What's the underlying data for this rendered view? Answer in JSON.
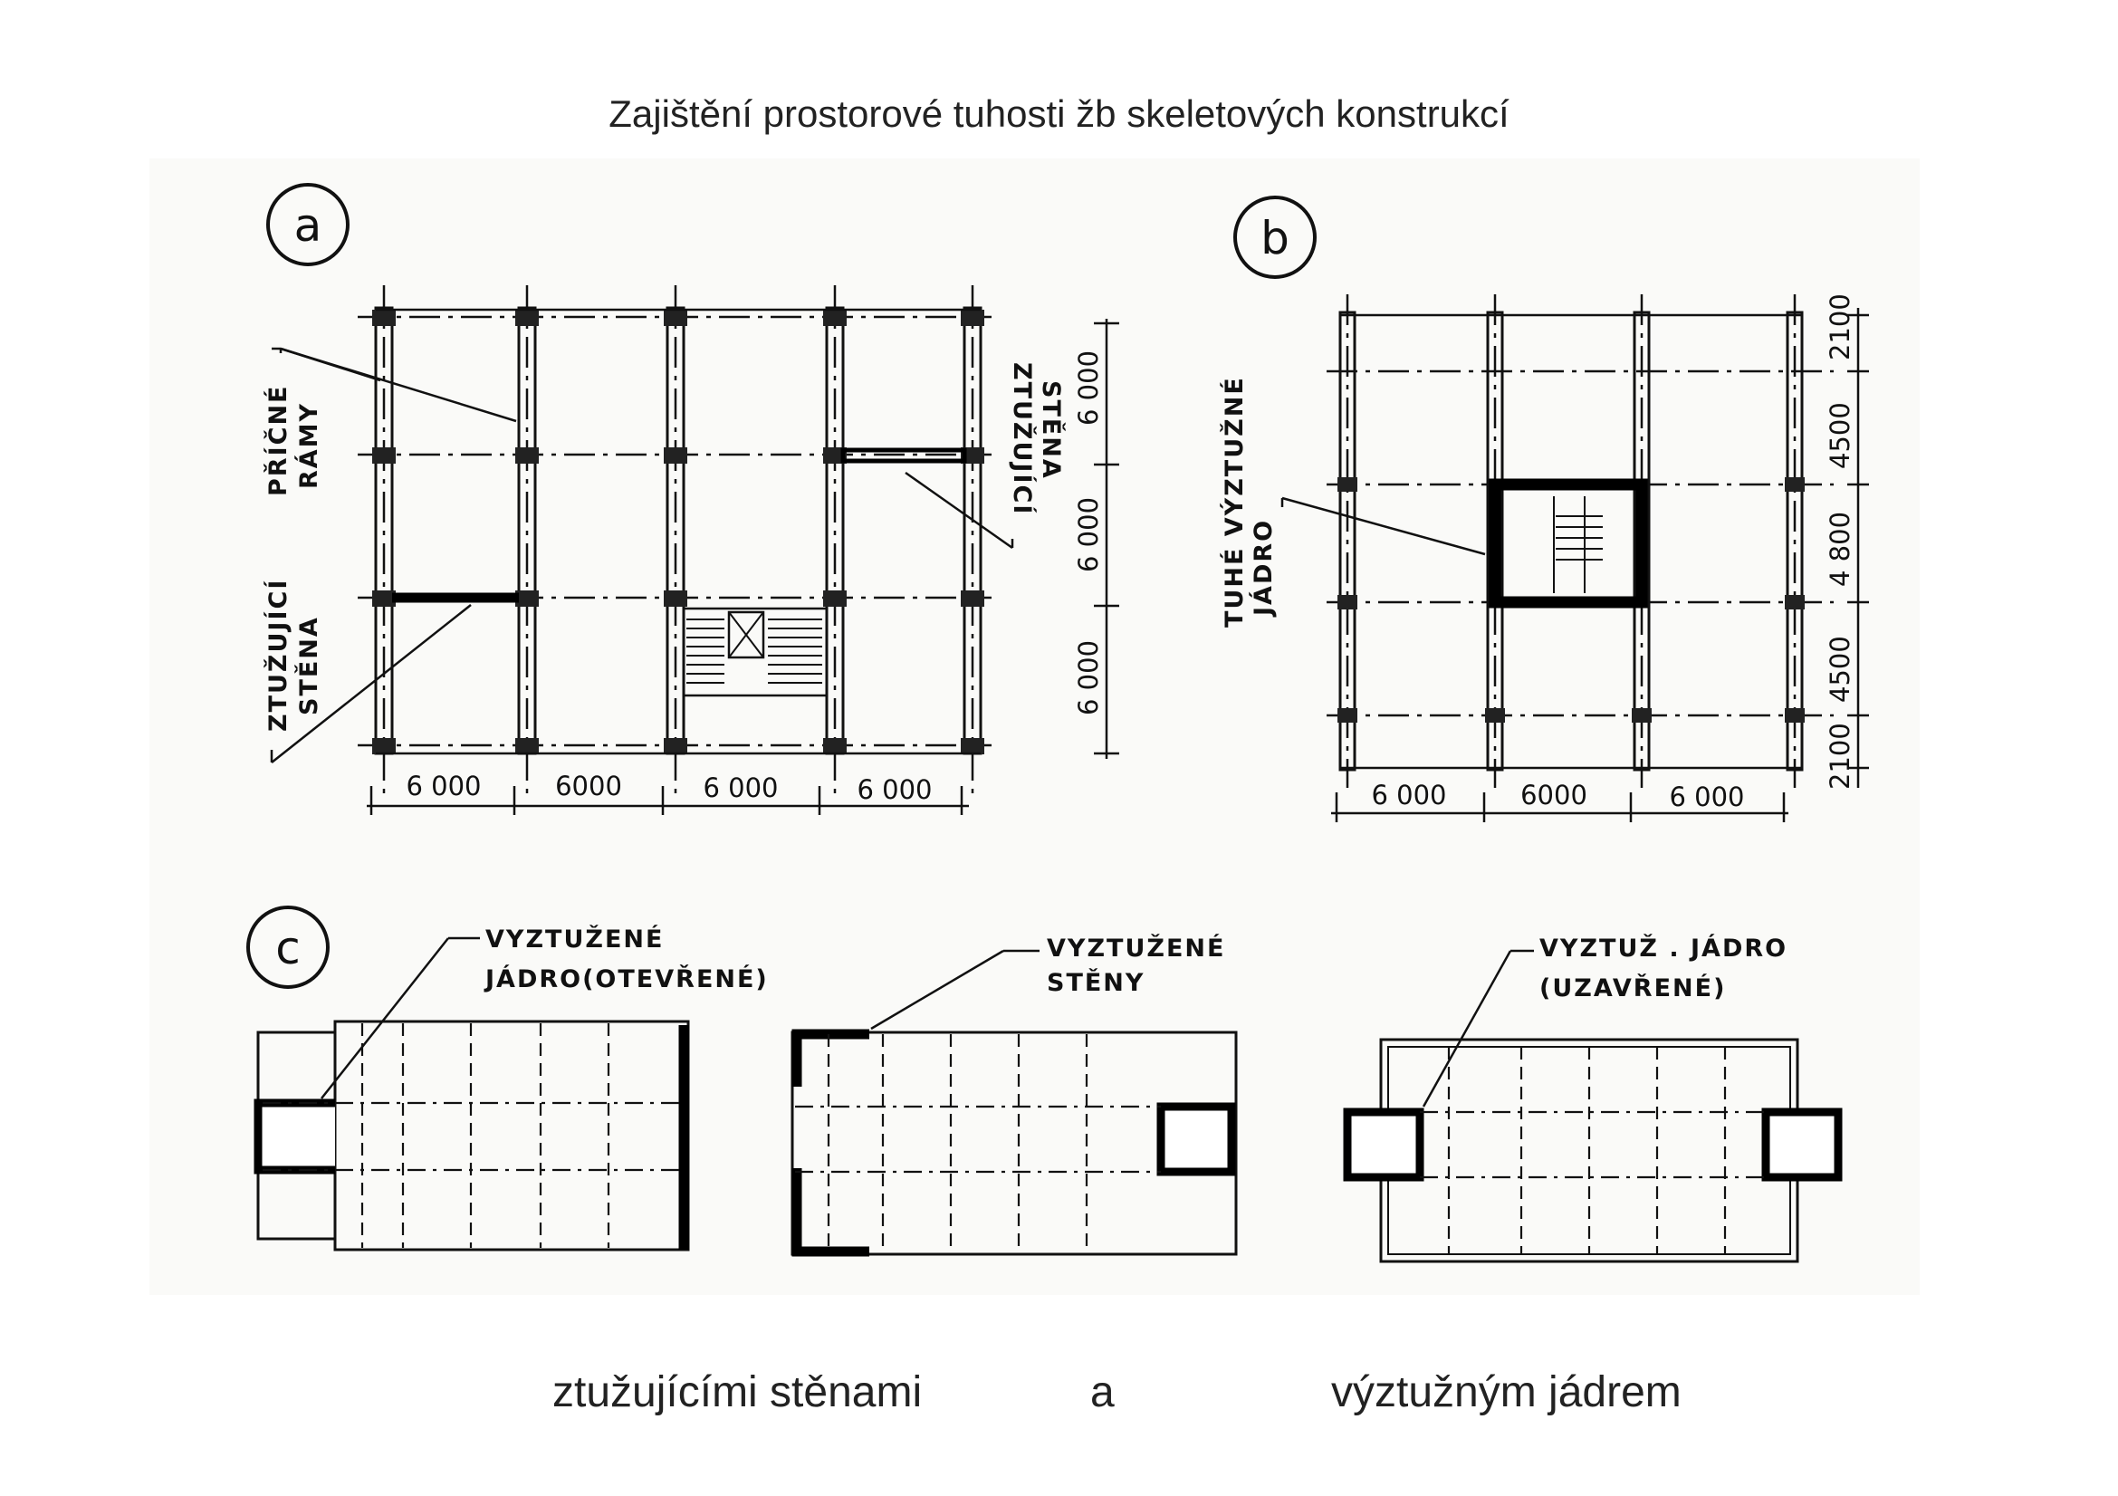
{
  "title": "Zajištění prostorové tuhosti žb skeletových konstrukcí",
  "panel_a": {
    "label": "a",
    "callout_frames": [
      "PŘÍČNÉ",
      "RÁMY"
    ],
    "callout_wall_left": [
      "ZTUŽUJÍCÍ",
      "STĚNA"
    ],
    "callout_wall_right": [
      "ZTUŽUJÍCÍ",
      "STĚNA"
    ],
    "dims_x": [
      "6 000",
      "6000",
      "6 000",
      "6 000"
    ],
    "dims_y": [
      "6 000",
      "6 000",
      "6 000"
    ]
  },
  "panel_b": {
    "label": "b",
    "callout_core": [
      "TUHÉ VÝZTUŽNÉ",
      "JÁDRO"
    ],
    "dims_x": [
      "6 000",
      "6000",
      "6 000"
    ],
    "dims_y": [
      "2100",
      "4500",
      "4 800",
      "4500",
      "2100"
    ]
  },
  "panel_c": {
    "label": "c",
    "callout_1": [
      "VYZTUŽENÉ",
      "JÁDRO(OTEVŘENÉ)"
    ],
    "callout_2": [
      "VYZTUŽENÉ",
      "STĚNY"
    ],
    "callout_3": [
      "VYZTUŽ . JÁDRO",
      "(UZAVŘENÉ)"
    ]
  },
  "caption": {
    "left": "ztužujícími stěnami",
    "middle": "a",
    "right": "výztužným jádrem"
  }
}
